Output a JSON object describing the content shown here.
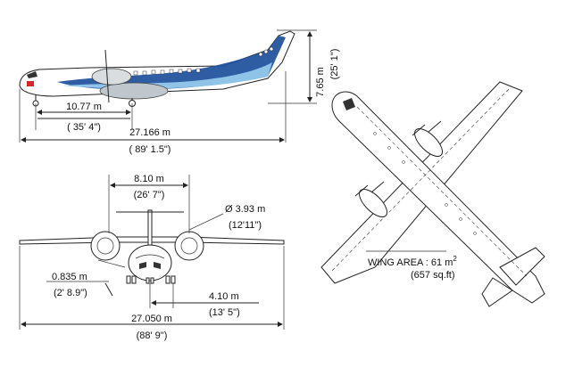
{
  "side_view": {
    "height_m": "7.65 m",
    "height_ft": "(25' 1\")",
    "wheelbase_m": "10.77 m",
    "wheelbase_ft": "( 35' 4\")",
    "length_m": "27.166 m",
    "length_ft": "( 89' 1.5\")",
    "livery_colors": {
      "dark_blue": "#1d4f9c",
      "light_blue": "#8fc3e8",
      "gray": "#c9ccd0",
      "red_logo": "#d8262b"
    }
  },
  "front_view": {
    "track_m": "8.10 m",
    "track_ft": "(26' 7\")",
    "prop_diameter_m": "Ø 3.93 m",
    "prop_diameter_ft": "(12'11\")",
    "ground_clearance_m": "0.835 m",
    "ground_clearance_ft": "(2' 8.9\")",
    "gear_offset_m": "4.10 m",
    "gear_offset_ft": "(13' 5\")",
    "span_m": "27.050 m",
    "span_ft": "(88' 9\")"
  },
  "top_view": {
    "wing_area_label": "WING AREA : 61 m",
    "wing_area_sup": "2",
    "wing_area_ft": "(657 sq.ft)"
  }
}
